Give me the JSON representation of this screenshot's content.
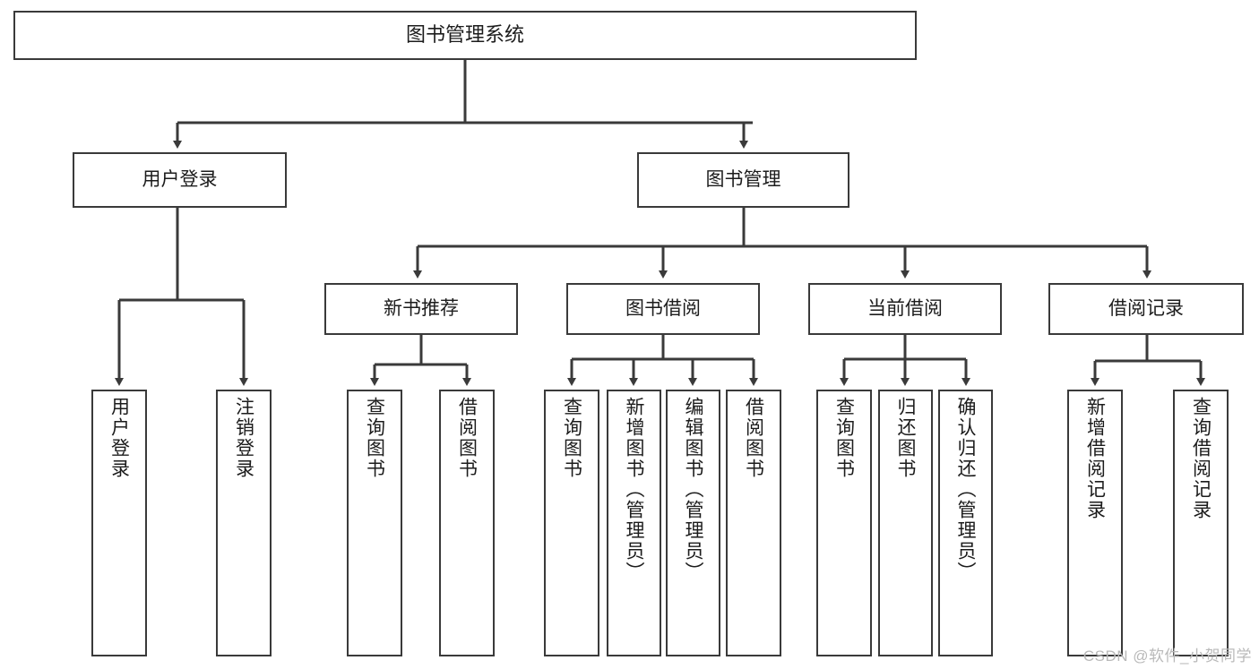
{
  "diagram": {
    "title": "图书管理系统",
    "watermark": "CSDN @软件_小贺同学",
    "line_color": "#3a3a3a",
    "box_border_color": "#3a3a3a",
    "box_fill_color": "#ffffff",
    "text_color": "#1c1c1c",
    "root": {
      "label": "图书管理系统"
    },
    "level2": [
      {
        "label": "用户登录"
      },
      {
        "label": "图书管理"
      }
    ],
    "level3": [
      {
        "label": "新书推荐"
      },
      {
        "label": "图书借阅"
      },
      {
        "label": "当前借阅"
      },
      {
        "label": "借阅记录"
      }
    ],
    "leaves": [
      {
        "label": "用户登录"
      },
      {
        "label": "注销登录"
      },
      {
        "label": "查询图书"
      },
      {
        "label": "借阅图书"
      },
      {
        "label": "查询图书"
      },
      {
        "label": "新增图书（管理员）"
      },
      {
        "label": "编辑图书（管理员）"
      },
      {
        "label": "借阅图书"
      },
      {
        "label": "查询图书"
      },
      {
        "label": "归还图书"
      },
      {
        "label": "确认归还（管理员）"
      },
      {
        "label": "新增借阅记录"
      },
      {
        "label": "查询借阅记录"
      }
    ]
  }
}
